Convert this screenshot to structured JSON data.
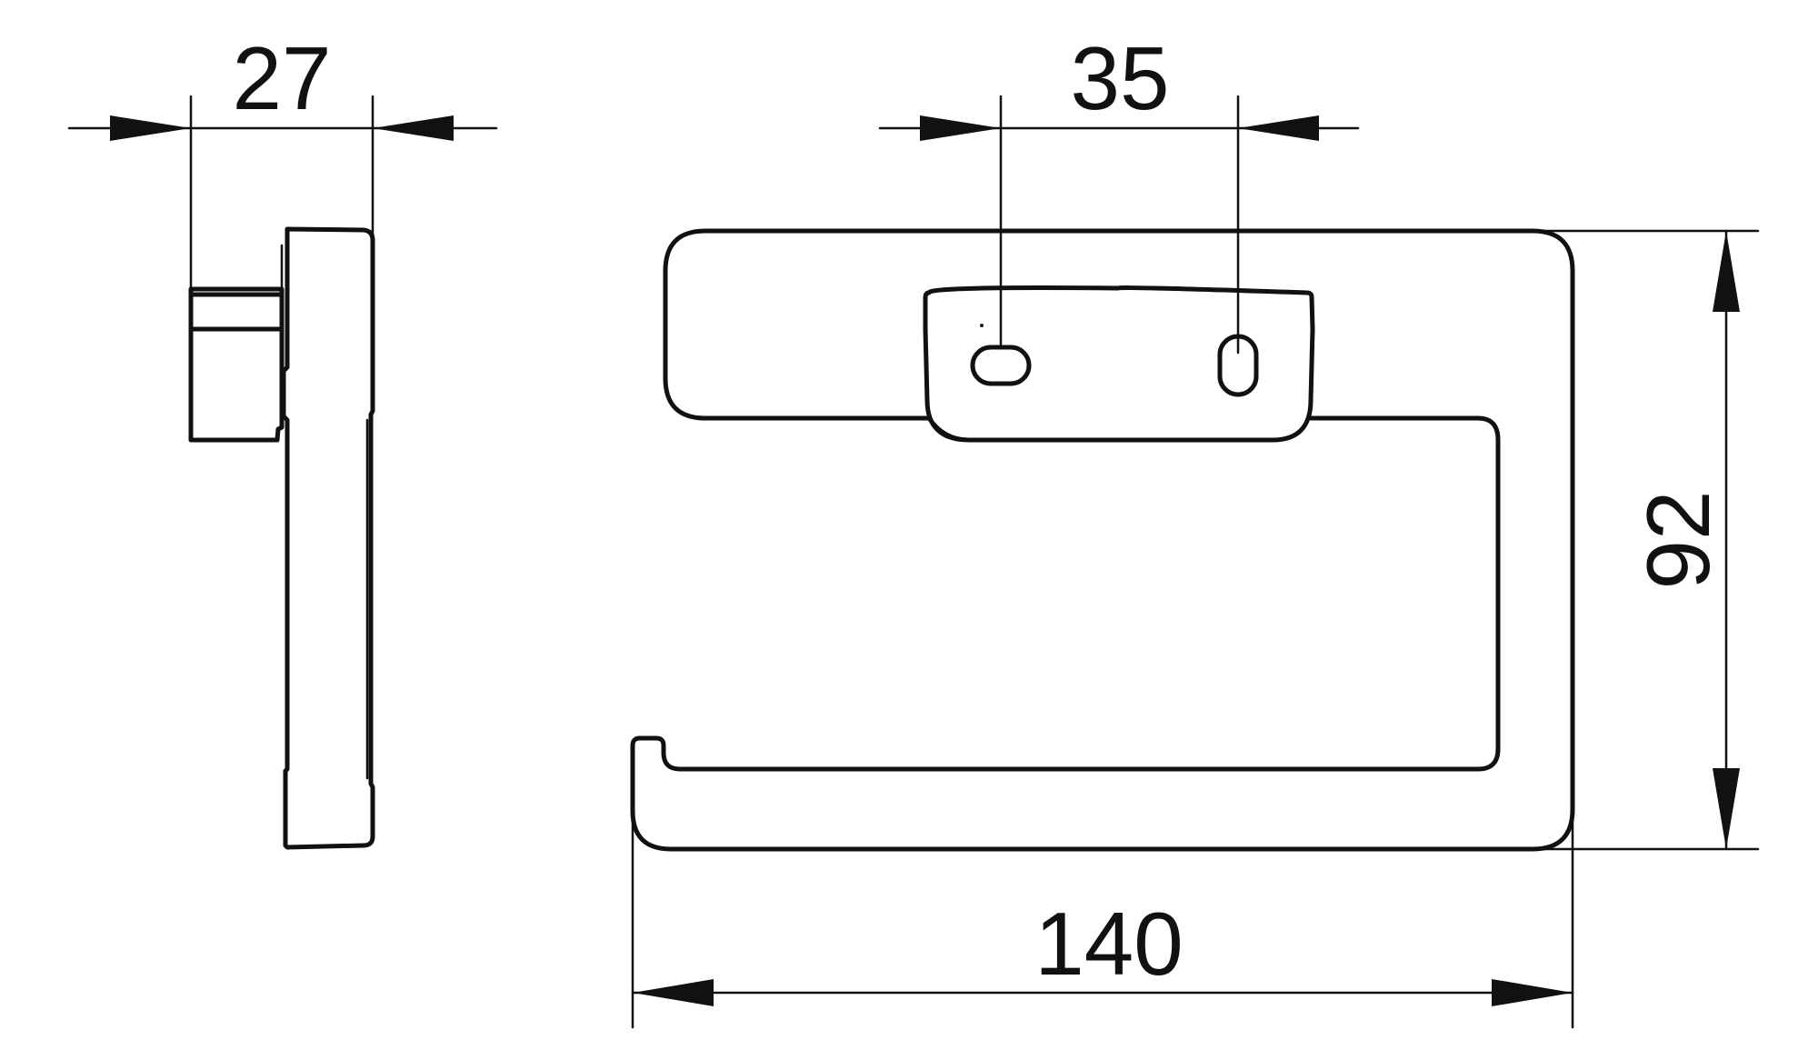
{
  "dimensions": {
    "side_depth": "27",
    "hole_spacing": "35",
    "height": "92",
    "width": "140"
  },
  "colors": {
    "line": "#111111",
    "background": "#ffffff"
  }
}
